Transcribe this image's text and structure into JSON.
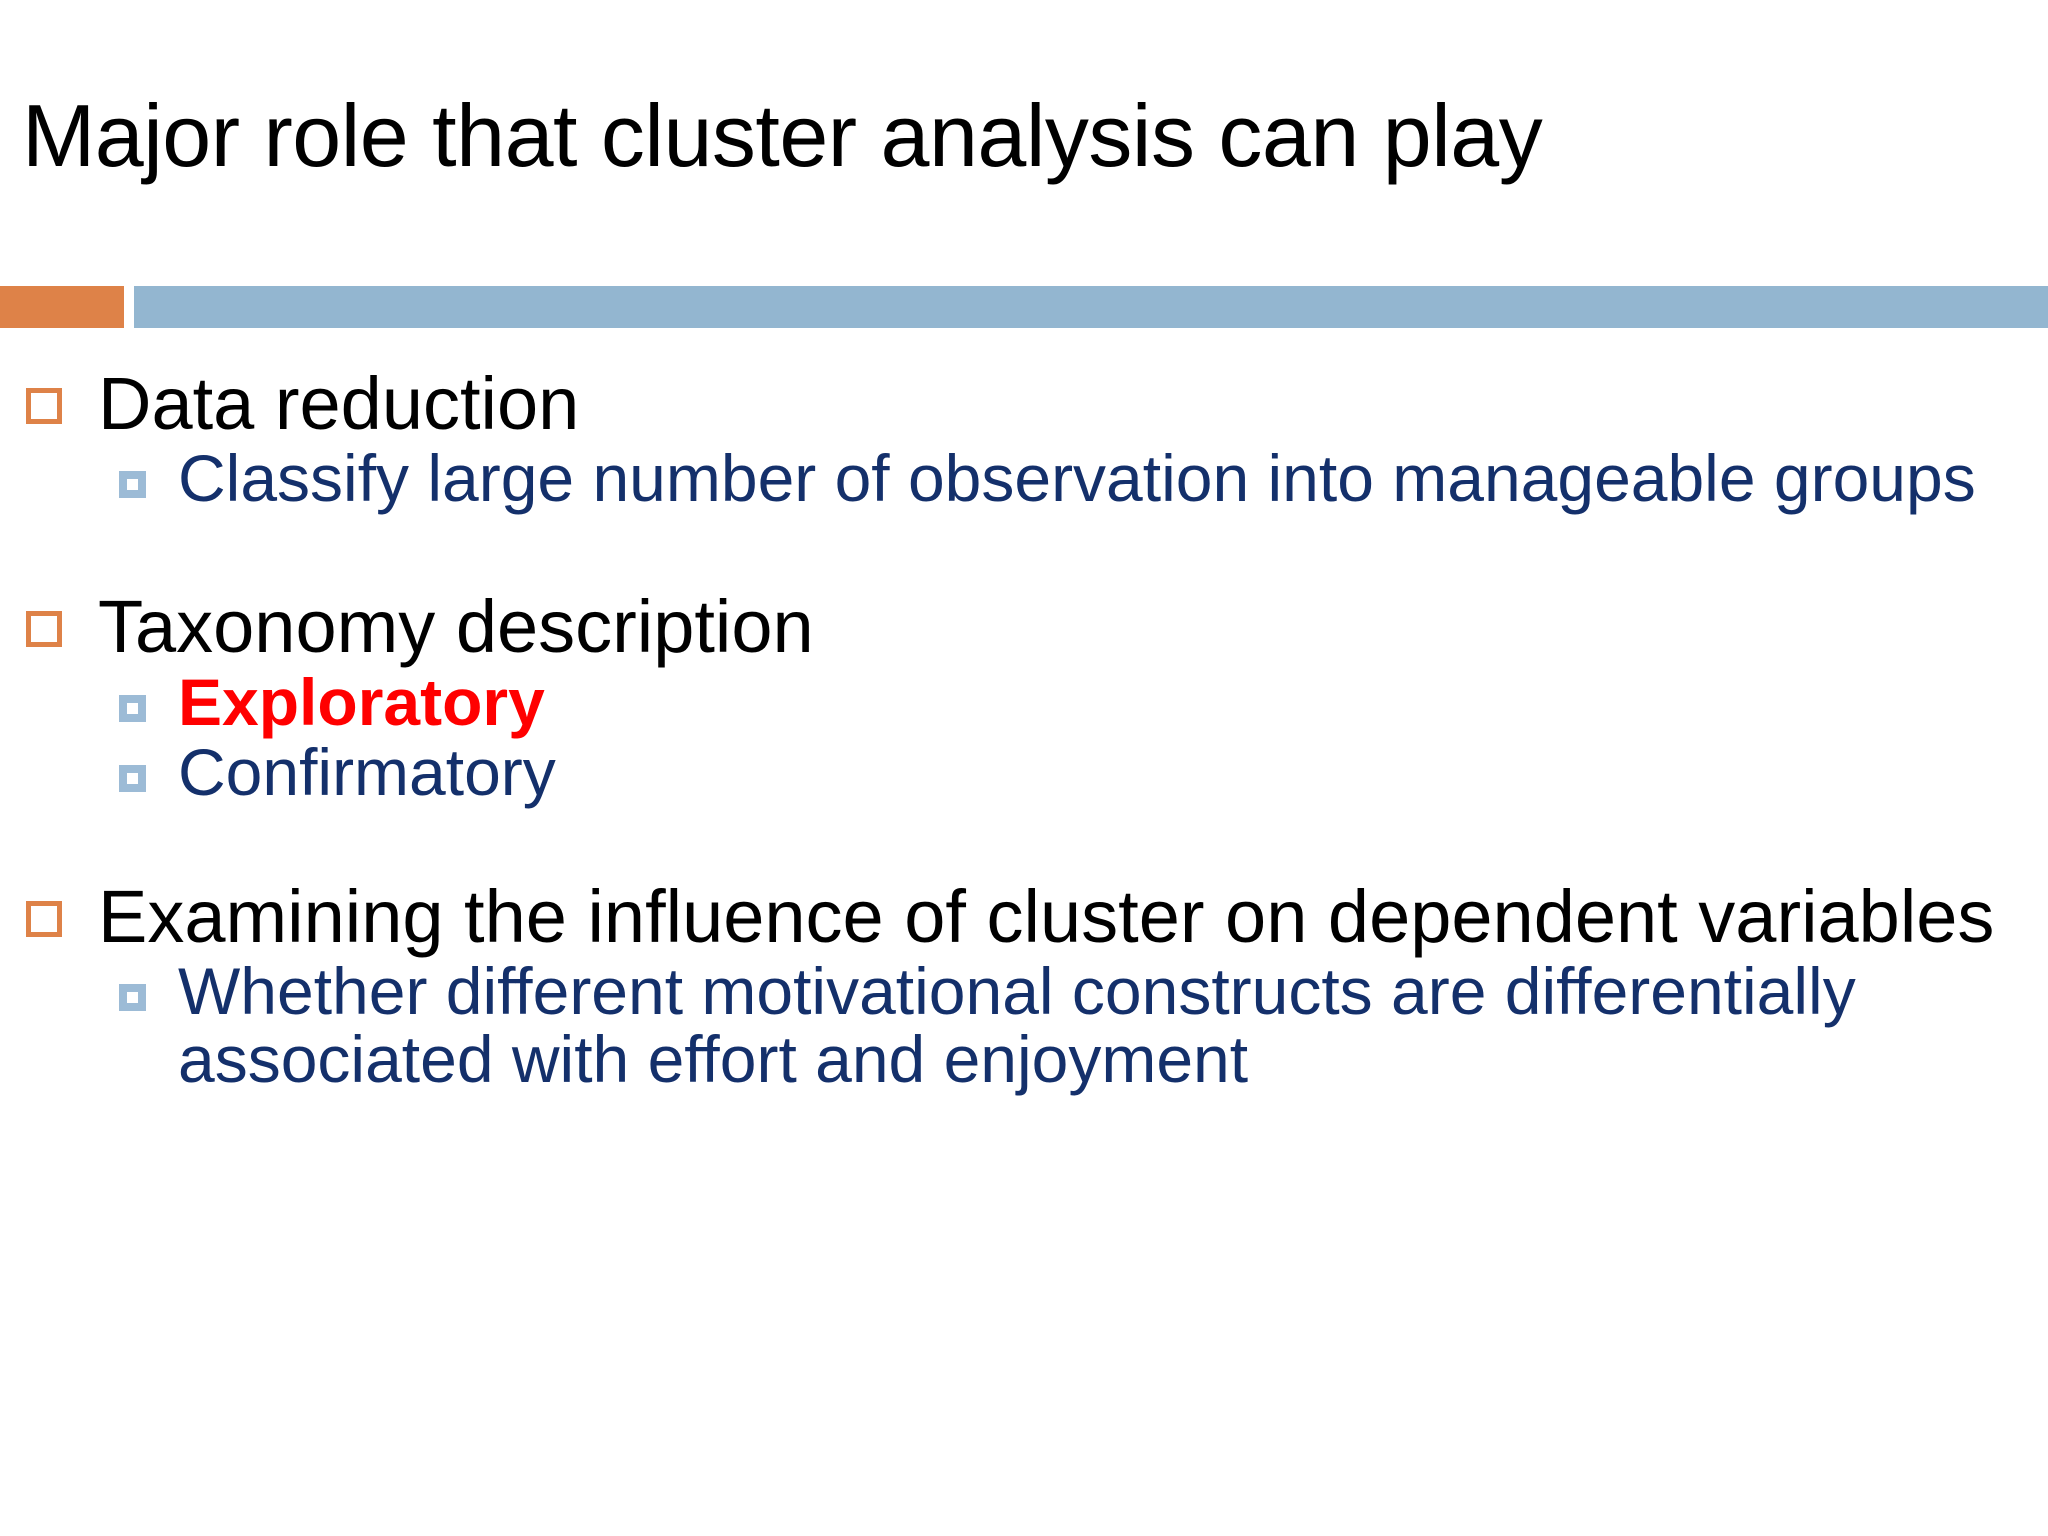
{
  "slide": {
    "title": "Major role that cluster analysis can play",
    "colors": {
      "accent_orange": "#DE8248",
      "bar_blue": "#93B6D0",
      "body_navy": "#14306B",
      "highlight_red": "#FF0000",
      "title_black": "#000000",
      "background": "#FFFFFF",
      "marker_level2_fill": "#9CBBD6"
    },
    "bullets": [
      {
        "level": 1,
        "text": "Data reduction",
        "marker": "orange-hollow-square-bullet",
        "color": "#000000"
      },
      {
        "level": 2,
        "text": "Classify large number of observation  into manageable groups",
        "marker": "blue-square-bullet",
        "color": "#14306B"
      },
      {
        "level": 1,
        "text": "Taxonomy description",
        "marker": "orange-hollow-square-bullet",
        "color": "#000000"
      },
      {
        "level": 2,
        "text": "Exploratory",
        "marker": "blue-square-bullet",
        "color": "#FF0000",
        "bold": true
      },
      {
        "level": 2,
        "text": "Confirmatory",
        "marker": "blue-square-bullet",
        "color": "#14306B"
      },
      {
        "level": 1,
        "text": "Examining the influence of cluster on dependent variables",
        "marker": "orange-hollow-square-bullet",
        "color": "#000000"
      },
      {
        "level": 2,
        "text": "Whether different motivational constructs are differentially associated with effort and enjoyment",
        "marker": "blue-square-bullet",
        "color": "#14306B"
      }
    ]
  }
}
